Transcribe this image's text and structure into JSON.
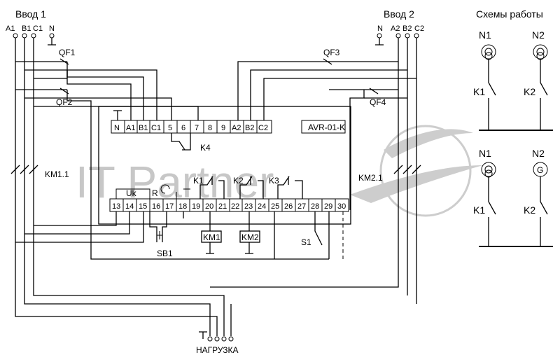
{
  "inputs": {
    "input1_title": "Ввод 1",
    "input2_title": "Ввод 2",
    "input1_phases": [
      "A1",
      "B1",
      "C1",
      "N"
    ],
    "input2_phases": [
      "N",
      "A2",
      "B2",
      "C2"
    ]
  },
  "breakers": {
    "qf1": "QF1",
    "qf2": "QF2",
    "qf3": "QF3",
    "qf4": "QF4"
  },
  "contactors": {
    "km11": "KM1.1",
    "km21": "KM2.1",
    "km1": "KM1",
    "km2": "KM2"
  },
  "relay": {
    "model": "AVR-01-K",
    "top_terminals": [
      "N",
      "A1",
      "B1",
      "C1",
      "5",
      "6",
      "7",
      "8",
      "9",
      "A2",
      "B2",
      "C2"
    ],
    "bottom_terminals": [
      "13",
      "14",
      "15",
      "16",
      "17",
      "18",
      "19",
      "20",
      "21",
      "22",
      "23",
      "24",
      "25",
      "26",
      "27",
      "28",
      "29",
      "30"
    ],
    "k4": "K4",
    "k1": "K1",
    "k2": "K2",
    "k3": "K3",
    "uk": "Uk",
    "r": "R"
  },
  "controls": {
    "sb1": "SB1",
    "s1": "S1"
  },
  "load_label": "НАГРУЗКА",
  "schemes": {
    "title": "Схемы работы",
    "n1": "N1",
    "n2": "N2",
    "k1": "K1",
    "k2": "K2",
    "generator_symbol": "G"
  },
  "watermark": "IT Partner"
}
